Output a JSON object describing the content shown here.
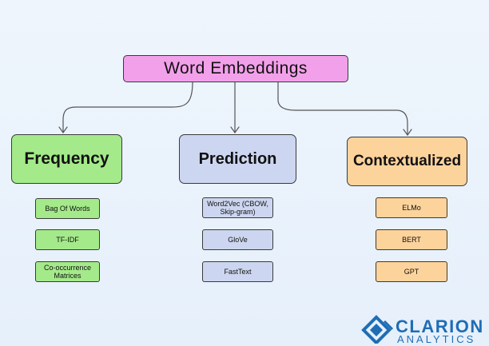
{
  "colors": {
    "root": "#f2a0ea",
    "frequency": "#a4ea8a",
    "prediction": "#cdd6f0",
    "contextualized": "#fdd39c",
    "connector": "#555555",
    "logo": "#1f6db5"
  },
  "root": {
    "label": "Word Embeddings"
  },
  "categories": [
    {
      "label": "Frequency",
      "items": [
        "Bag Of Words",
        "TF-IDF",
        "Co-occurrence Matrices"
      ]
    },
    {
      "label": "Prediction",
      "items": [
        "Word2Vec (CBOW, Skip-gram)",
        "GloVe",
        "FastText"
      ]
    },
    {
      "label": "Contextualized",
      "items": [
        "ELMo",
        "BERT",
        "GPT"
      ]
    }
  ],
  "logo": {
    "line1": "CLARION",
    "line2": "ANALYTICS",
    "icon": "diamond-logo-icon"
  }
}
